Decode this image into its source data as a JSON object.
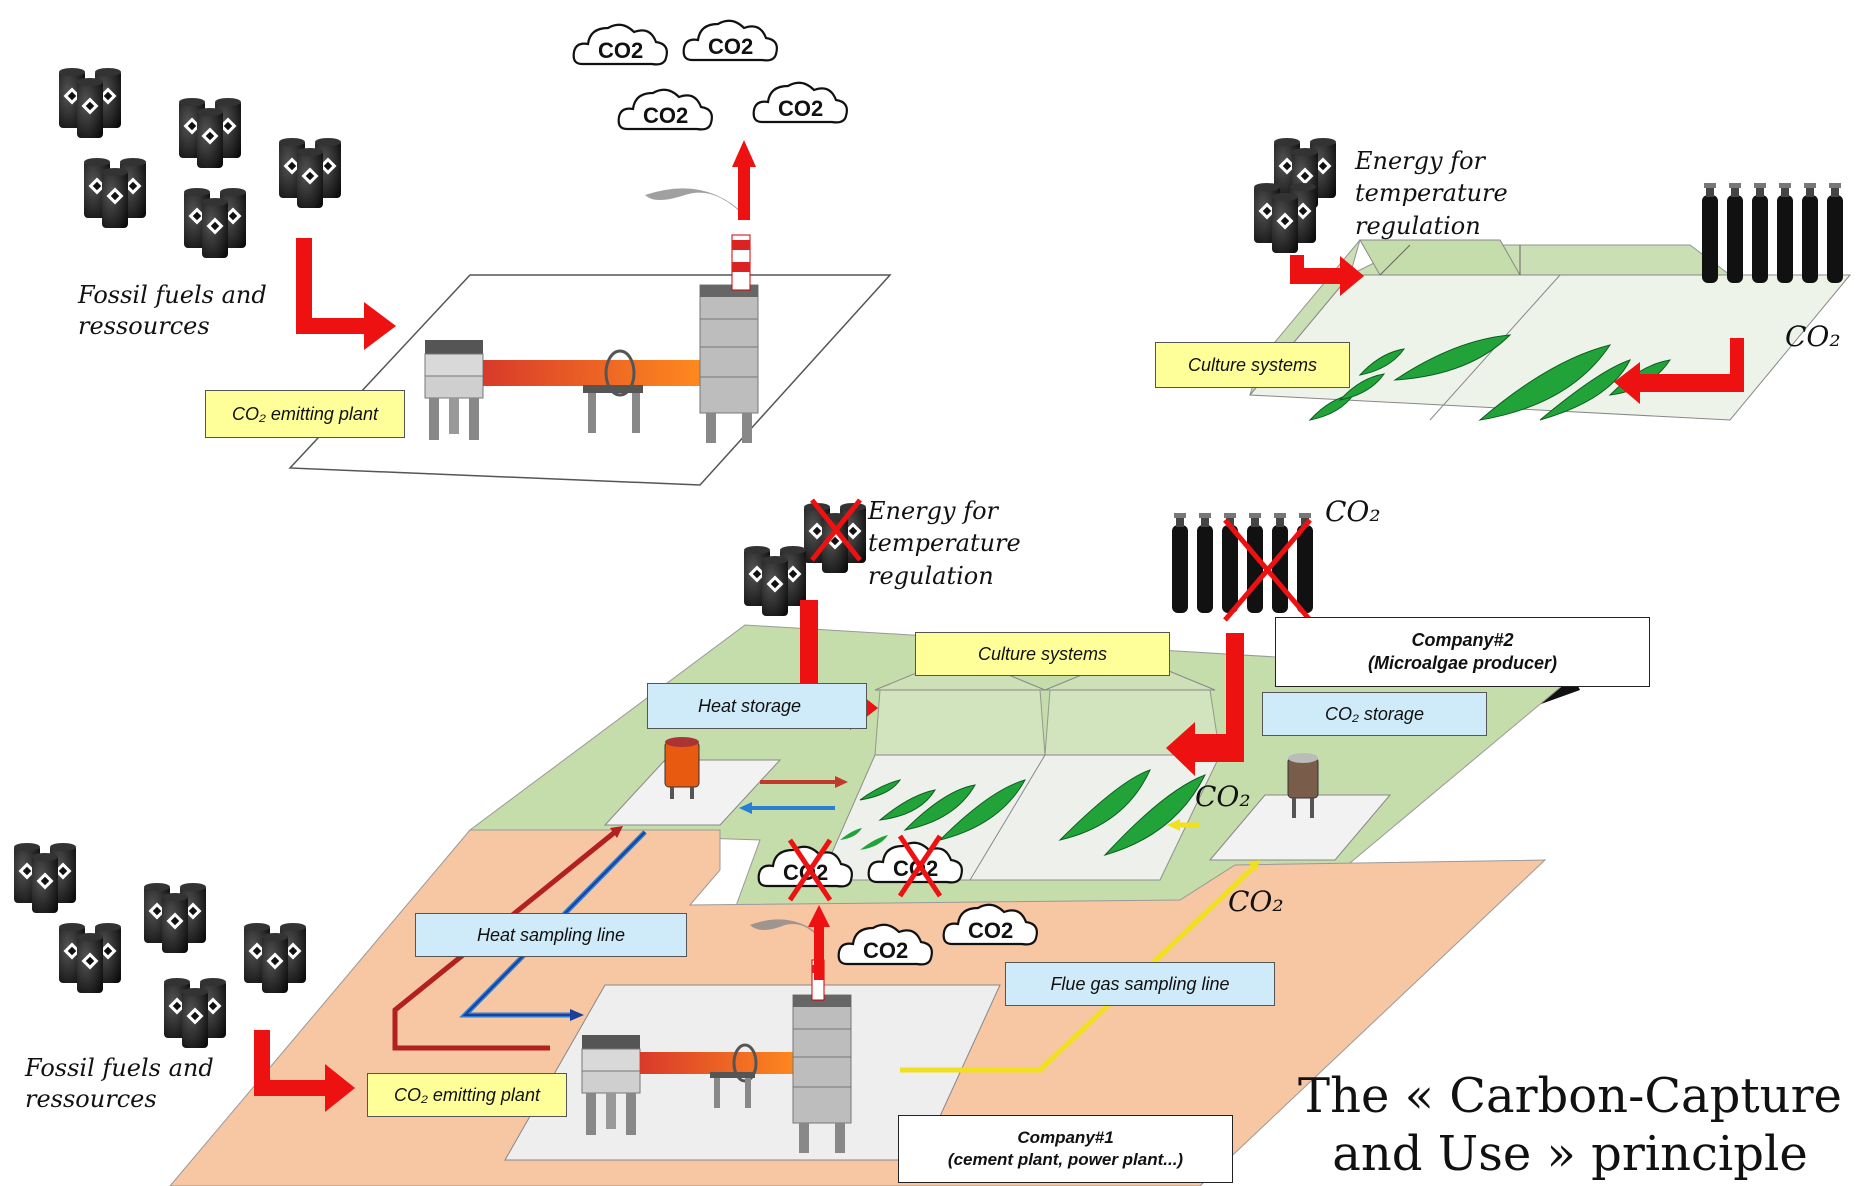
{
  "title": {
    "line1": "The « Carbon-Capture",
    "line2": "and Use » principle"
  },
  "top_left": {
    "fossil_label_1": "Fossil fuels and",
    "fossil_label_2": "ressources",
    "plant_label": "CO₂ emitting plant",
    "clouds": [
      "CO2",
      "CO2",
      "CO2",
      "CO2"
    ]
  },
  "top_right": {
    "energy_1": "Energy for",
    "energy_2": "temperature",
    "energy_3": "regulation",
    "culture_label": "Culture systems",
    "co2_label": "CO₂"
  },
  "bottom": {
    "energy_1": "Energy for",
    "energy_2": "temperature",
    "energy_3": "regulation",
    "co2_bottles_label": "CO₂",
    "culture_label": "Culture systems",
    "company2_line1": "Company#2",
    "company2_line2": "(Microalgae producer)",
    "heat_storage_label": "Heat storage",
    "co2_storage_label": "CO₂ storage",
    "co2_arrow_label_1": "CO₂",
    "co2_arrow_label_2": "CO₂",
    "heat_sampling_label": "Heat sampling line",
    "flue_gas_label": "Flue gas sampling line",
    "plant_label": "CO₂ emitting plant",
    "fossil_label_1": "Fossil fuels and",
    "fossil_label_2": "ressources",
    "company1_line1": "Company#1",
    "company1_line2": "(cement plant, power plant...)",
    "clouds": [
      "CO2",
      "CO2",
      "CO2",
      "CO2"
    ]
  },
  "colors": {
    "arrow_red": "#ee1111",
    "green_zone": "#c5dcab",
    "orange_zone": "#f7c6a3",
    "algae": "#21a33a",
    "heat_hot": "#c0392b",
    "heat_cold": "#2a7fd4",
    "flue_gas": "#f0e020"
  }
}
